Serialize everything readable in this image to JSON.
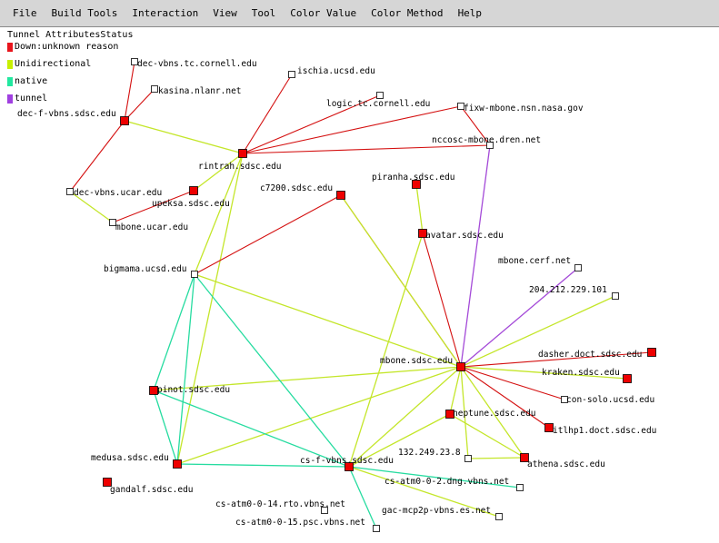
{
  "menu": [
    {
      "id": "file",
      "label": "File"
    },
    {
      "id": "build-tools",
      "label": "Build Tools"
    },
    {
      "id": "interaction",
      "label": "Interaction"
    },
    {
      "id": "view",
      "label": "View"
    },
    {
      "id": "tool",
      "label": "Tool"
    },
    {
      "id": "color-value",
      "label": "Color Value"
    },
    {
      "id": "color-method",
      "label": "Color Method"
    },
    {
      "id": "help",
      "label": "Help"
    }
  ],
  "legend": {
    "title": "Tunnel AttributesStatus",
    "items": [
      {
        "label": "Down:unknown reason",
        "color": "#e8141c"
      },
      {
        "label": "Unidirectional",
        "color": "#c8f000"
      },
      {
        "label": "native",
        "color": "#22e8a0"
      },
      {
        "label": "tunnel",
        "color": "#a040e0"
      }
    ]
  },
  "colors": {
    "down": "#d41010",
    "unidirectional": "#c4e62a",
    "native": "#26dca0",
    "tunnel": "#a44ad8",
    "node_down": "#ee0000",
    "node_up": "#ffffff"
  },
  "nodes": [
    {
      "id": "dec-vbns-cornell",
      "label": "dec-vbns.tc.cornell.edu",
      "status": "up"
    },
    {
      "id": "kasina",
      "label": "kasina.nlanr.net",
      "status": "up"
    },
    {
      "id": "dec-f-vbns",
      "label": "dec-f-vbns.sdsc.edu",
      "status": "down"
    },
    {
      "id": "ischia",
      "label": "ischia.ucsd.edu",
      "status": "up"
    },
    {
      "id": "logic",
      "label": "logic.tc.cornell.edu",
      "status": "up"
    },
    {
      "id": "fixw",
      "label": "fixw-mbone.nsn.nasa.gov",
      "status": "up"
    },
    {
      "id": "nccosc",
      "label": "nccosc-mbone.dren.net",
      "status": "up"
    },
    {
      "id": "rintrah",
      "label": "rintrah.sdsc.edu",
      "status": "down"
    },
    {
      "id": "dec-vbns-ucar",
      "label": "dec-vbns.ucar.edu",
      "status": "up"
    },
    {
      "id": "upeksa",
      "label": "upeksa.sdsc.edu",
      "status": "down"
    },
    {
      "id": "mbone-ucar",
      "label": "mbone.ucar.edu",
      "status": "up"
    },
    {
      "id": "c7200",
      "label": "c7200.sdsc.edu",
      "status": "down"
    },
    {
      "id": "piranha",
      "label": "piranha.sdsc.edu",
      "status": "down"
    },
    {
      "id": "avatar",
      "label": "avatar.sdsc.edu",
      "status": "down"
    },
    {
      "id": "bigmama",
      "label": "bigmama.ucsd.edu",
      "status": "up"
    },
    {
      "id": "mbone-cerf",
      "label": "mbone.cerf.net",
      "status": "up"
    },
    {
      "id": "ip-204",
      "label": "204.212.229.101",
      "status": "up"
    },
    {
      "id": "dasher",
      "label": "dasher.doct.sdsc.edu",
      "status": "down"
    },
    {
      "id": "mbone-sdsc",
      "label": "mbone.sdsc.edu",
      "status": "down"
    },
    {
      "id": "kraken",
      "label": "kraken.sdsc.edu",
      "status": "down"
    },
    {
      "id": "pinot",
      "label": "pinot.sdsc.edu",
      "status": "down"
    },
    {
      "id": "con-solo",
      "label": "con-solo.ucsd.edu",
      "status": "up"
    },
    {
      "id": "neptune",
      "label": "neptune.sdsc.edu",
      "status": "down"
    },
    {
      "id": "itlhp1",
      "label": "itlhp1.doct.sdsc.edu",
      "status": "down"
    },
    {
      "id": "ip-132",
      "label": "132.249.23.8",
      "status": "up"
    },
    {
      "id": "athena",
      "label": "athena.sdsc.edu",
      "status": "down"
    },
    {
      "id": "medusa",
      "label": "medusa.sdsc.edu",
      "status": "down"
    },
    {
      "id": "cs-f-vbns",
      "label": "cs-f-vbns.sdsc.edu",
      "status": "down"
    },
    {
      "id": "gandalf",
      "label": "gandalf.sdsc.edu",
      "status": "down"
    },
    {
      "id": "cs-atm-dng",
      "label": "cs-atm0-0-2.dng.vbns.net",
      "status": "up"
    },
    {
      "id": "cs-atm-rto",
      "label": "cs-atm0-0-14.rto.vbns.net",
      "status": "up"
    },
    {
      "id": "gac-mcp2p",
      "label": "gac-mcp2p-vbns.es.net",
      "status": "up"
    },
    {
      "id": "cs-atm-psc",
      "label": "cs-atm0-0-15.psc.vbns.net",
      "status": "up"
    }
  ],
  "edges": [
    {
      "from": "dec-f-vbns",
      "to": "dec-vbns-cornell",
      "type": "down"
    },
    {
      "from": "dec-f-vbns",
      "to": "kasina",
      "type": "down"
    },
    {
      "from": "dec-f-vbns",
      "to": "dec-vbns-ucar",
      "type": "down"
    },
    {
      "from": "dec-f-vbns",
      "to": "rintrah",
      "type": "unidirectional"
    },
    {
      "from": "dec-vbns-ucar",
      "to": "mbone-ucar",
      "type": "unidirectional"
    },
    {
      "from": "mbone-ucar",
      "to": "upeksa",
      "type": "down"
    },
    {
      "from": "rintrah",
      "to": "ischia",
      "type": "down"
    },
    {
      "from": "rintrah",
      "to": "logic",
      "type": "down"
    },
    {
      "from": "rintrah",
      "to": "fixw",
      "type": "down"
    },
    {
      "from": "rintrah",
      "to": "nccosc",
      "type": "down"
    },
    {
      "from": "fixw",
      "to": "nccosc",
      "type": "down"
    },
    {
      "from": "rintrah",
      "to": "upeksa",
      "type": "unidirectional"
    },
    {
      "from": "rintrah",
      "to": "bigmama",
      "type": "unidirectional"
    },
    {
      "from": "rintrah",
      "to": "medusa",
      "type": "unidirectional"
    },
    {
      "from": "nccosc",
      "to": "mbone-sdsc",
      "type": "tunnel"
    },
    {
      "from": "mbone-cerf",
      "to": "mbone-sdsc",
      "type": "tunnel"
    },
    {
      "from": "c7200",
      "to": "bigmama",
      "type": "down"
    },
    {
      "from": "c7200",
      "to": "mbone-sdsc",
      "type": "down"
    },
    {
      "from": "avatar",
      "to": "mbone-sdsc",
      "type": "down"
    },
    {
      "from": "piranha",
      "to": "avatar",
      "type": "unidirectional"
    },
    {
      "from": "mbone-sdsc",
      "to": "dasher",
      "type": "down"
    },
    {
      "from": "mbone-sdsc",
      "to": "kraken",
      "type": "unidirectional"
    },
    {
      "from": "mbone-sdsc",
      "to": "con-solo",
      "type": "down"
    },
    {
      "from": "mbone-sdsc",
      "to": "itlhp1",
      "type": "down"
    },
    {
      "from": "mbone-sdsc",
      "to": "ip-204",
      "type": "unidirectional"
    },
    {
      "from": "mbone-sdsc",
      "to": "neptune",
      "type": "unidirectional"
    },
    {
      "from": "mbone-sdsc",
      "to": "athena",
      "type": "unidirectional"
    },
    {
      "from": "mbone-sdsc",
      "to": "ip-132",
      "type": "unidirectional"
    },
    {
      "from": "mbone-sdsc",
      "to": "bigmama",
      "type": "unidirectional"
    },
    {
      "from": "mbone-sdsc",
      "to": "pinot",
      "type": "unidirectional"
    },
    {
      "from": "mbone-sdsc",
      "to": "medusa",
      "type": "unidirectional"
    },
    {
      "from": "mbone-sdsc",
      "to": "cs-f-vbns",
      "type": "unidirectional"
    },
    {
      "from": "mbone-sdsc",
      "to": "c7200",
      "type": "unidirectional"
    },
    {
      "from": "neptune",
      "to": "athena",
      "type": "unidirectional"
    },
    {
      "from": "ip-132",
      "to": "athena",
      "type": "unidirectional"
    },
    {
      "from": "avatar",
      "to": "cs-f-vbns",
      "type": "unidirectional"
    },
    {
      "from": "bigmama",
      "to": "medusa",
      "type": "native"
    },
    {
      "from": "bigmama",
      "to": "pinot",
      "type": "native"
    },
    {
      "from": "bigmama",
      "to": "cs-f-vbns",
      "type": "native"
    },
    {
      "from": "pinot",
      "to": "medusa",
      "type": "native"
    },
    {
      "from": "pinot",
      "to": "cs-f-vbns",
      "type": "native"
    },
    {
      "from": "medusa",
      "to": "cs-f-vbns",
      "type": "native"
    },
    {
      "from": "cs-f-vbns",
      "to": "cs-atm-dng",
      "type": "native"
    },
    {
      "from": "cs-f-vbns",
      "to": "cs-atm-psc",
      "type": "native"
    },
    {
      "from": "cs-f-vbns",
      "to": "gac-mcp2p",
      "type": "unidirectional"
    },
    {
      "from": "cs-f-vbns",
      "to": "neptune",
      "type": "unidirectional"
    }
  ]
}
